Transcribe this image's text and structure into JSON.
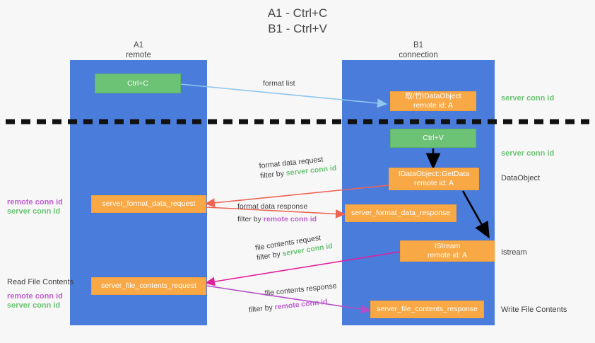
{
  "title": {
    "line1": "A1 - Ctrl+C",
    "line2": "B1 - Ctrl+V"
  },
  "lanes": [
    {
      "name": "A1",
      "sub": "remote"
    },
    {
      "name": "B1",
      "sub": "connection"
    }
  ],
  "nodes": {
    "ctrl_c": {
      "l1": "Ctrl+C",
      "l2": ""
    },
    "idataobject": {
      "l1": "取/竹IDataObject",
      "l2": "remote id: A"
    },
    "ctrl_v": {
      "l1": "Ctrl+V",
      "l2": ""
    },
    "getdata": {
      "l1": "IDataObject::GetData",
      "l2": "remote id: A"
    },
    "istream": {
      "l1": "IStream",
      "l2": "remote id: A"
    },
    "fmt_req": {
      "l1": "server_format_data_request",
      "l2": ""
    },
    "fmt_resp": {
      "l1": "server_format_data_response",
      "l2": ""
    },
    "file_req": {
      "l1": "server_file_contents_request",
      "l2": ""
    },
    "file_resp": {
      "l1": "server_file_contents_response",
      "l2": ""
    }
  },
  "edge_labels": {
    "format_list": {
      "l1": "format list",
      "l2": "",
      "l2_pre": "",
      "l2_hl": ""
    },
    "format_data_req": {
      "l1": "format data request",
      "l2_pre": "filter by ",
      "l2_hl": "server conn id"
    },
    "format_data_resp": {
      "l1": "format data response",
      "l2_pre": "filter by ",
      "l2_hl": "remote conn id"
    },
    "file_contents_req": {
      "l1": "file contents request",
      "l2_pre": "filter by ",
      "l2_hl": "server conn id"
    },
    "file_contents_resp": {
      "l1": "file contents response",
      "l2_pre": "filter by ",
      "l2_hl": "remote conn id"
    }
  },
  "side_labels": {
    "right_server_conn_1": "server conn id",
    "right_server_conn_2": "server conn id",
    "right_dataobject": "DataObject",
    "right_istream": "Istream",
    "right_write_file": "Write File Contents",
    "left_remote_conn_1": "remote conn id",
    "left_server_conn_1": "server conn id",
    "left_read_file": "Read File Contents",
    "left_remote_conn_2": "remote conn id",
    "left_server_conn_2": "server conn id"
  },
  "colors": {
    "lane": "#4a7ddb",
    "green_node": "#6cc275",
    "orange_node": "#f8a845",
    "green_text": "#6cc275",
    "purple_text": "#bf5fd0",
    "arrow_blue": "#8ec6ef",
    "arrow_red": "#ef6352",
    "arrow_magenta": "#e0219b",
    "arrow_purple": "#b34ec6",
    "arrow_black": "#000000",
    "background": "#f7f7f7"
  }
}
